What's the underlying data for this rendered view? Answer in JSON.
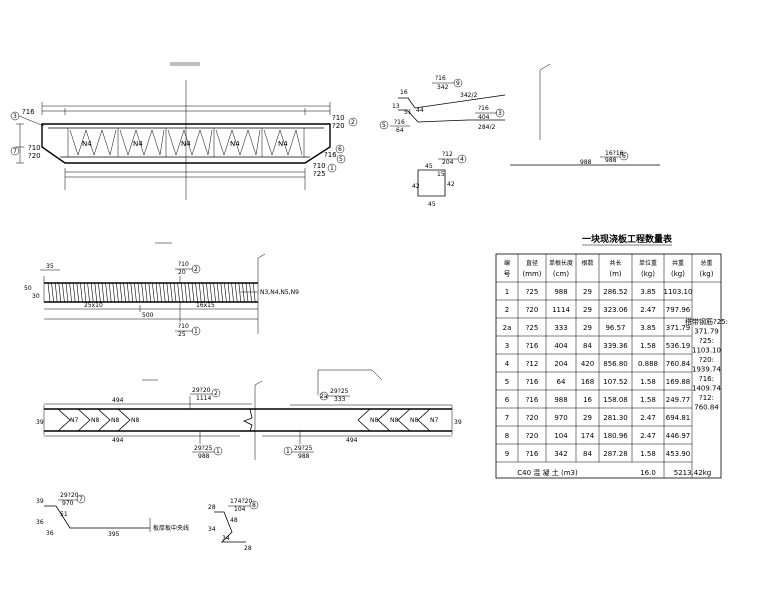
{
  "cross_section": {
    "labels": {
      "l16_left": "?16",
      "l10_right": "?10",
      "l20_right": "?20",
      "l20_left": "?20",
      "l10_left": "?10",
      "l16_right": "?16",
      "l10_bot": "?10",
      "l25_bot": "?25"
    },
    "cells": [
      "N4",
      "N4",
      "N4",
      "N4",
      "N4"
    ],
    "circles_left": [
      "3",
      "7"
    ],
    "circles_right": [
      "2",
      "6",
      "5",
      "1"
    ]
  },
  "bar_shapes": {
    "bar9": {
      "spec": "?16",
      "len": "342",
      "no": "9",
      "d1": "16",
      "d2": "342/2",
      "d3": "44"
    },
    "bar3": {
      "spec": "?16",
      "len": "404",
      "no": "3",
      "d1": "284/2"
    },
    "bar5": {
      "spec": "?16",
      "len": "64",
      "no": "5",
      "d1": "13",
      "d2": "51"
    },
    "bar4": {
      "spec": "?12",
      "len": "204",
      "no": "4",
      "d1": "45",
      "d2": "42",
      "d3": "15",
      "d4": "42",
      "d5": "45"
    },
    "bar6": {
      "spec": "16?16",
      "len": "988",
      "no": "6",
      "d1": "988"
    }
  },
  "long_section": {
    "top_spec": "?10",
    "top_len": "20",
    "top_no": "2",
    "bot_spec": "?10",
    "bot_len": "25",
    "bot_no": "1",
    "dim_left": "35",
    "dim_side1": "50",
    "dim_side2": "30",
    "spacing1": "25x10",
    "spacing2": "16x15",
    "total": "500",
    "note": "N3,N4,N5,N9"
  },
  "plan": {
    "top_label_a": "29?20",
    "top_label_b": "1114",
    "top_no": "2",
    "right_label_a": "29?25",
    "right_label_b": "333",
    "right_no": "2a",
    "bot_label_a": "29?25",
    "bot_label_b": "988",
    "bot_no": "1",
    "bot2_label_a": "29?25",
    "bot2_label_b": "988",
    "bot2_no": "1",
    "dim_top_left": "494",
    "dim_bot_left": "494",
    "dim_bot_right": "494",
    "edge": "39",
    "bars_left": [
      "N7",
      "N8",
      "N8",
      "N8"
    ],
    "bars_right": [
      "N8",
      "N8",
      "N8",
      "N7"
    ]
  },
  "bar7": {
    "spec": "29?20",
    "len": "970",
    "no": "7",
    "d1": "39",
    "d2": "36",
    "d3": "51",
    "d4": "36",
    "d5": "395",
    "note": "板厚板中央线"
  },
  "bar8": {
    "spec": "174?20",
    "len": "104",
    "no": "8",
    "d1": "28",
    "d2": "48",
    "d3": "34",
    "d4": "34",
    "d5": "28"
  },
  "table": {
    "title": "一块现浇板工程数量表",
    "headers": [
      "编",
      "直径",
      "单根长度",
      "根数",
      "共长",
      "单位重",
      "共重",
      "总重"
    ],
    "headers2": [
      "号",
      "(mm)",
      "(cm)",
      "",
      "(m)",
      "(kg)",
      "(kg)",
      "(kg)"
    ],
    "rows": [
      [
        "1",
        "?25",
        "988",
        "29",
        "286.52",
        "3.85",
        "1103.10"
      ],
      [
        "2",
        "?20",
        "1114",
        "29",
        "323.06",
        "2.47",
        "797.96"
      ],
      [
        "2a",
        "?25",
        "333",
        "29",
        "96.57",
        "3.85",
        "371.79"
      ],
      [
        "3",
        "?16",
        "404",
        "84",
        "339.36",
        "1.58",
        "536.19"
      ],
      [
        "4",
        "?12",
        "204",
        "420",
        "856.80",
        "0.888",
        "760.84"
      ],
      [
        "5",
        "?16",
        "64",
        "168",
        "107.52",
        "1.58",
        "169.88"
      ],
      [
        "6",
        "?16",
        "988",
        "16",
        "158.08",
        "1.58",
        "249.77"
      ],
      [
        "7",
        "?20",
        "970",
        "29",
        "281.30",
        "2.47",
        "694.81"
      ],
      [
        "8",
        "?20",
        "104",
        "174",
        "180.96",
        "2.47",
        "446.97"
      ],
      [
        "9",
        "?16",
        "342",
        "84",
        "287.28",
        "1.58",
        "453.90"
      ]
    ],
    "total_col": [
      "搭带钢筋?25:",
      "371.79",
      "?25:",
      "1103.10",
      "?20:",
      "1939.74",
      "?16:",
      "1409.74",
      "?12:",
      "760.84"
    ],
    "footer_label": "C40 混 凝 土 (m3)",
    "footer_qty": "16.0",
    "footer_total": "5213.42kg"
  }
}
